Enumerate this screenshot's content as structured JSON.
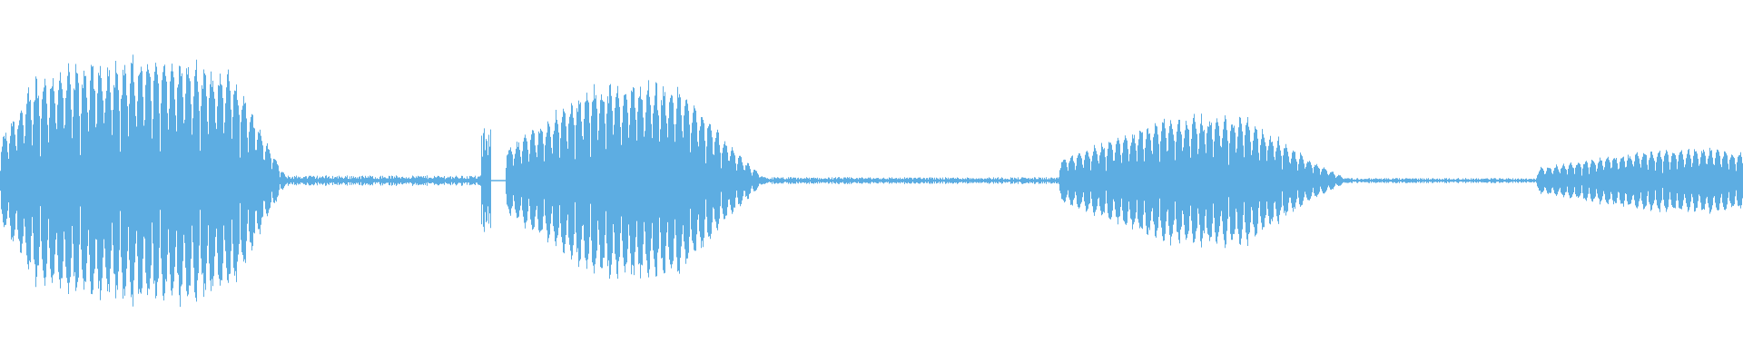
{
  "waveform": {
    "color": "#5dade2",
    "background": "#ffffff",
    "segments": [
      {
        "kind": "burst",
        "start": 0.0,
        "end": 0.165,
        "peak": 0.72,
        "attack": 0.02,
        "release": 0.03,
        "cycles": 36
      },
      {
        "kind": "quiet",
        "start": 0.165,
        "end": 0.276,
        "level": 0.03
      },
      {
        "kind": "spike",
        "start": 0.276,
        "end": 0.282,
        "peak": 0.3
      },
      {
        "kind": "burst",
        "start": 0.29,
        "end": 0.44,
        "peak": 0.58,
        "attack": 0.05,
        "release": 0.05,
        "cycles": 34
      },
      {
        "kind": "quiet",
        "start": 0.44,
        "end": 0.608,
        "level": 0.02
      },
      {
        "kind": "burst",
        "start": 0.608,
        "end": 0.775,
        "peak": 0.38,
        "attack": 0.06,
        "release": 0.06,
        "cycles": 38
      },
      {
        "kind": "quiet",
        "start": 0.775,
        "end": 0.882,
        "level": 0.015
      },
      {
        "kind": "burst",
        "start": 0.882,
        "end": 1.0,
        "peak": 0.22,
        "attack": 0.1,
        "release": 0.0,
        "cycles": 28
      }
    ]
  }
}
